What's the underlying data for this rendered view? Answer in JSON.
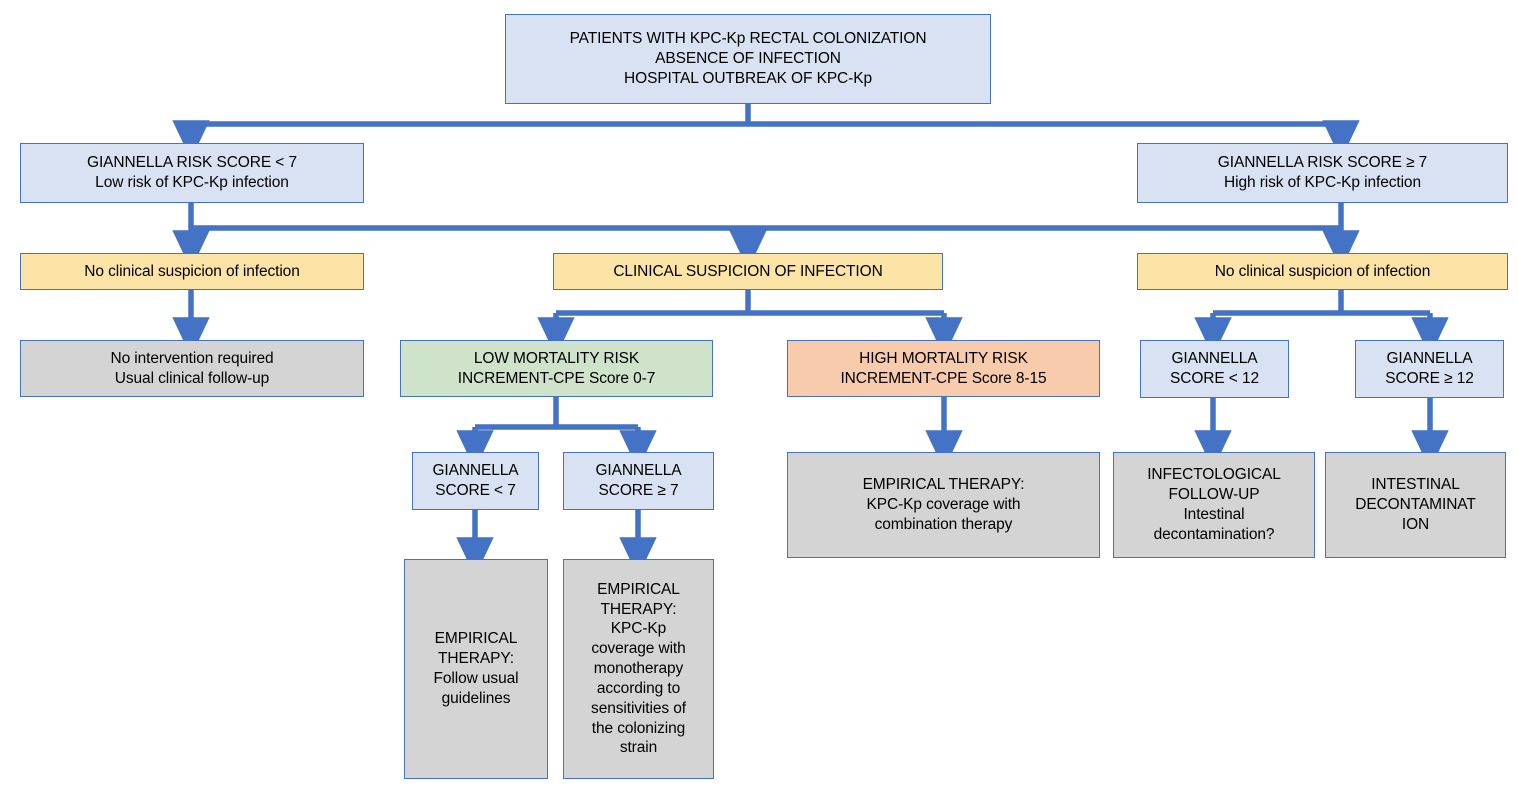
{
  "diagram": {
    "title": "KPC-Kp rectal colonization management flowchart",
    "colors": {
      "box_blue": "#d9e2f3",
      "box_yellow": "#fce4a6",
      "box_grey": "#d4d4d4",
      "box_green": "#cfe3cb",
      "box_orange": "#f7cbac",
      "border": "#4472c4",
      "connector": "#4472c4",
      "text": "#000000"
    },
    "nodes": {
      "root": "PATIENTS WITH KPC-Kp RECTAL COLONIZATION\nABSENCE OF INFECTION\nHOSPITAL OUTBREAK OF KPC-Kp",
      "low_risk": "GIANNELLA RISK SCORE < 7\nLow risk of KPC-Kp infection",
      "high_risk": "GIANNELLA RISK SCORE ≥ 7\nHigh risk of KPC-Kp infection",
      "no_suspicion_left": "No clinical suspicion of infection",
      "clinical_suspicion": "CLINICAL SUSPICION OF INFECTION",
      "no_suspicion_right": "No clinical suspicion of infection",
      "no_intervention": "No intervention required\nUsual clinical follow-up",
      "low_mortality": "LOW MORTALITY RISK\nINCREMENT-CPE Score 0-7",
      "high_mortality": "HIGH MORTALITY RISK\nINCREMENT-CPE Score 8-15",
      "giannella_lt12": "GIANNELLA\nSCORE < 12",
      "giannella_ge12": "GIANNELLA\nSCORE ≥ 12",
      "giannella_lt7": "GIANNELLA\nSCORE < 7",
      "giannella_ge7": "GIANNELLA\nSCORE ≥ 7",
      "empirical_combination": "EMPIRICAL THERAPY:\nKPC-Kp coverage with\ncombination therapy",
      "infectological_followup": "INFECTOLOGICAL\nFOLLOW-UP\nIntestinal\ndecontamination?",
      "intestinal_decontamination": "INTESTINAL\nDECONTAMINAT\nION",
      "empirical_usual": "EMPIRICAL\nTHERAPY:\nFollow usual\nguidelines",
      "empirical_mono": "EMPIRICAL\nTHERAPY:\nKPC-Kp\ncoverage with\nmonotherapy\naccording to\nsensitivities of\nthe colonizing\nstrain"
    }
  }
}
